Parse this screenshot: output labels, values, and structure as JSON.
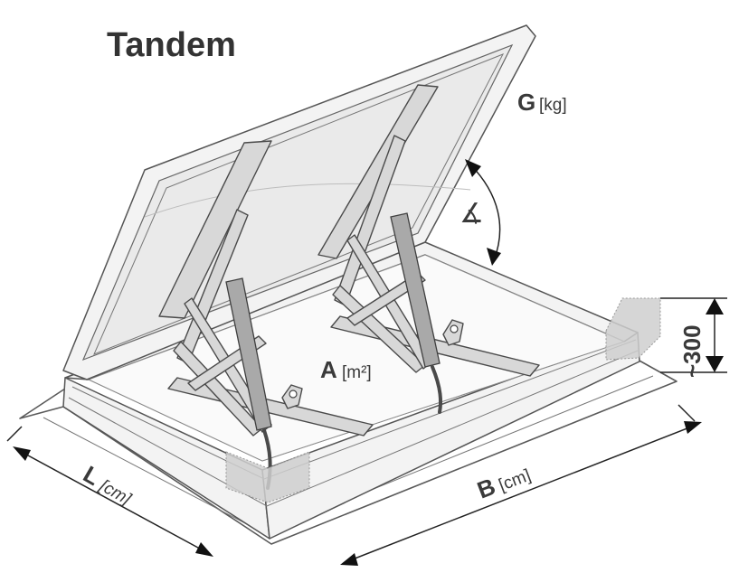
{
  "title": "Tandem",
  "labels": {
    "weight": {
      "symbol": "G",
      "unit": "[kg]"
    },
    "area": {
      "symbol": "A",
      "unit": "[m²]"
    },
    "length": {
      "symbol": "L",
      "unit": "[cm]"
    },
    "width": {
      "symbol": "B",
      "unit": "[cm]"
    },
    "height": {
      "text": "~300"
    },
    "angle": {
      "symbol": "∡"
    }
  }
}
